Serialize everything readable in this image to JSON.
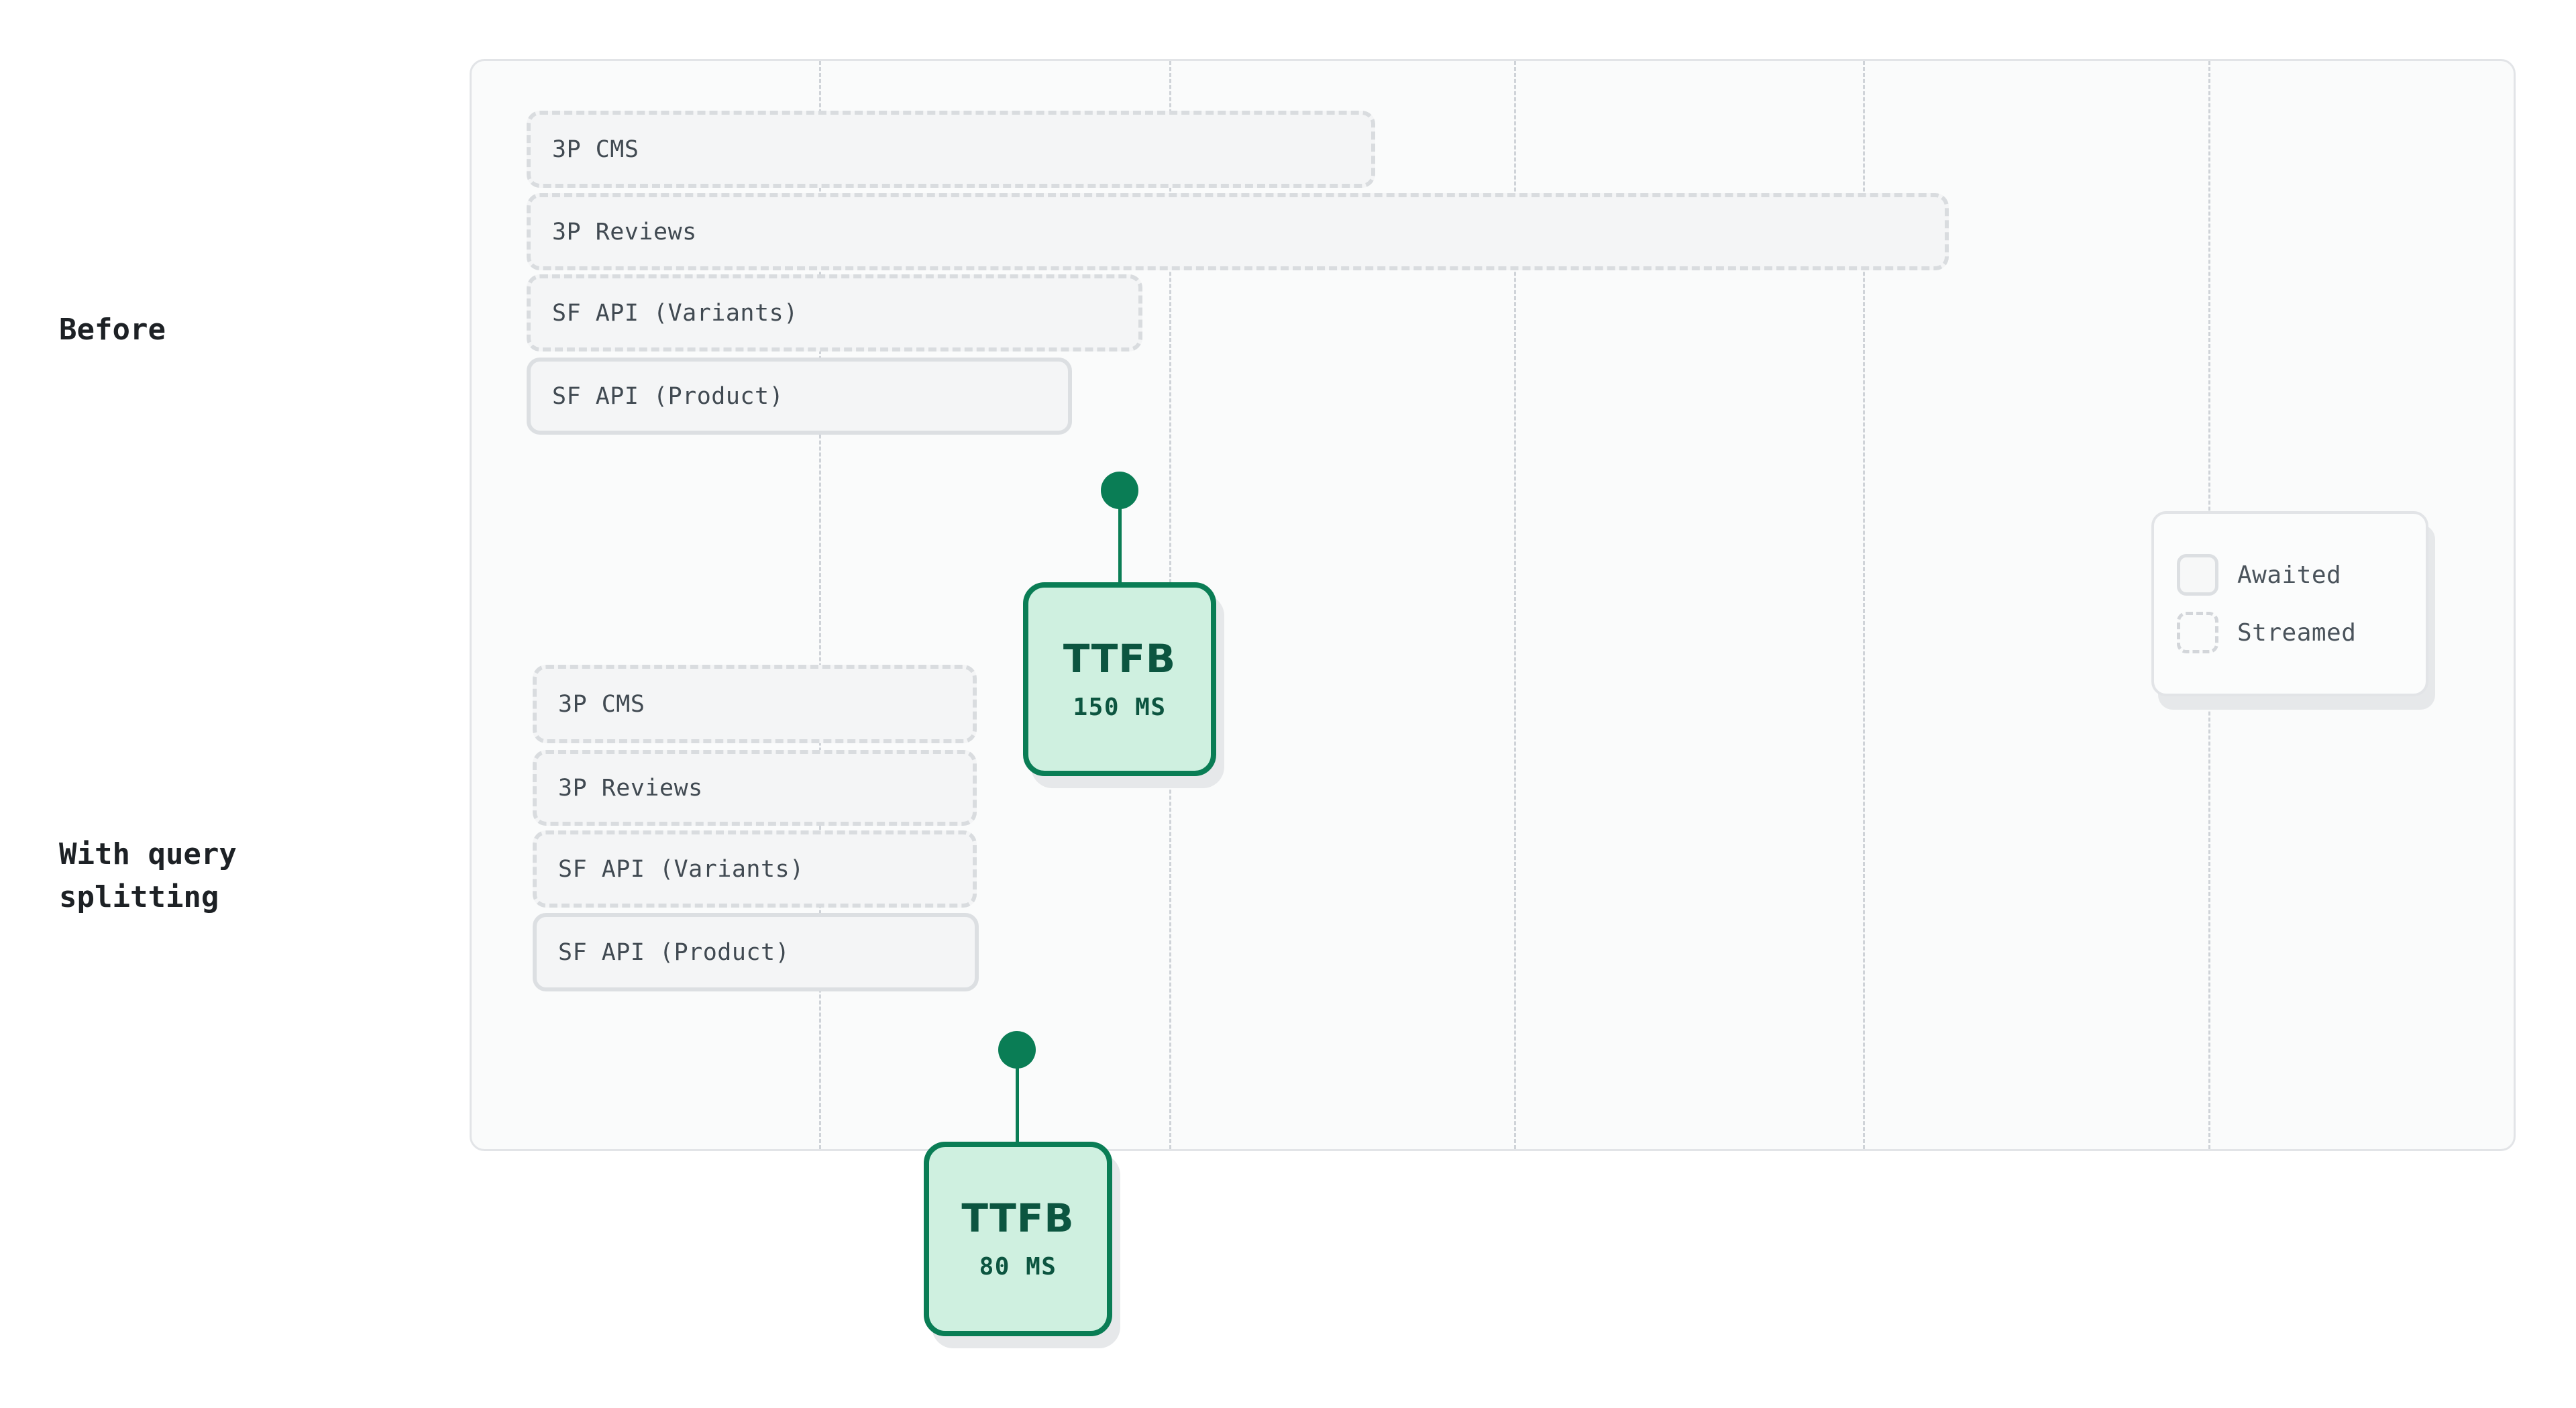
{
  "rows": [
    {
      "id": "before",
      "label": "Before"
    },
    {
      "id": "with-query-splitting",
      "label": "With query\nsplitting"
    }
  ],
  "legend": {
    "items": [
      {
        "kind": "awaited",
        "label": "Awaited"
      },
      {
        "kind": "streamed",
        "label": "Streamed"
      }
    ]
  },
  "chart_data": {
    "type": "bar",
    "title": "",
    "xlabel": "",
    "ylabel": "",
    "orientation": "horizontal",
    "unit": "ms",
    "grid": true,
    "legend_position": "right",
    "colors": {
      "accent": "#0a7d55",
      "accent_fill": "#cff0e0",
      "accent_text": "#0c5540",
      "bar_fill": "#f4f5f6",
      "bar_border": "#dcdfe2",
      "panel_bg": "#fafbfb",
      "panel_border": "#e2e4e7",
      "gridline": "#cfd3d8",
      "label_text": "#414a52"
    },
    "gridline_count": 5,
    "groups": [
      {
        "name": "Before",
        "ttfb": {
          "title": "TTFB",
          "value": "150 MS"
        },
        "bars": [
          {
            "task": "3P CMS",
            "kind": "streamed"
          },
          {
            "task": "3P Reviews",
            "kind": "streamed"
          },
          {
            "task": "SF API (Variants)",
            "kind": "streamed"
          },
          {
            "task": "SF API (Product)",
            "kind": "awaited"
          }
        ]
      },
      {
        "name": "With query splitting",
        "ttfb": {
          "title": "TTFB",
          "value": "80 MS"
        },
        "bars": [
          {
            "task": "3P CMS",
            "kind": "streamed"
          },
          {
            "task": "3P Reviews",
            "kind": "streamed"
          },
          {
            "task": "SF API (Variants)",
            "kind": "streamed"
          },
          {
            "task": "SF API (Product)",
            "kind": "awaited"
          }
        ]
      }
    ]
  }
}
